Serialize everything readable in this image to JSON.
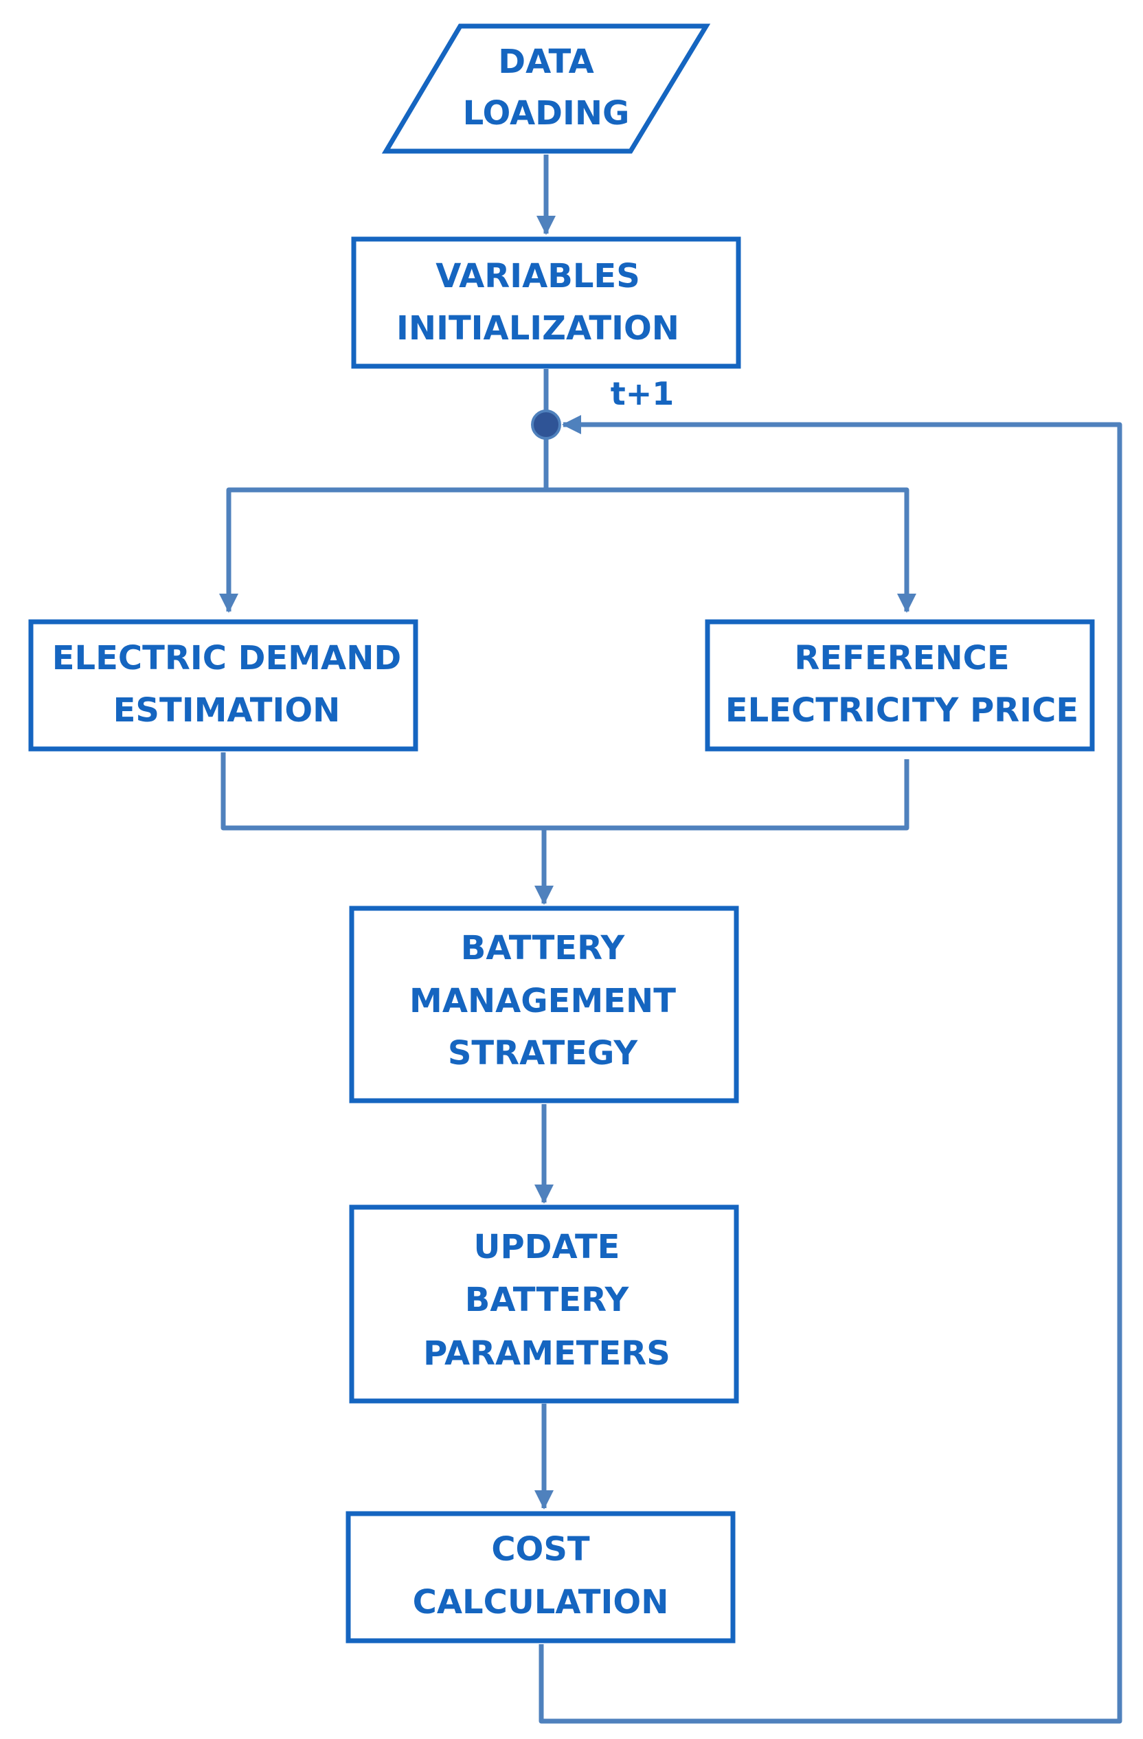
{
  "colors": {
    "node_border": "#1565C0",
    "node_text": "#1565C0",
    "connector": "#4F81BD",
    "junction": "#2F5496"
  },
  "nodes": {
    "data_loading": [
      "DATA",
      "LOADING"
    ],
    "variables_initialization": [
      "VARIABLES",
      "INITIALIZATION"
    ],
    "electric_demand_estimation": [
      "ELECTRIC DEMAND",
      "ESTIMATION"
    ],
    "reference_electricity_price": [
      "REFERENCE",
      "ELECTRICITY PRICE"
    ],
    "battery_management_strategy": [
      "BATTERY",
      "MANAGEMENT",
      "STRATEGY"
    ],
    "update_battery_parameters": [
      "UPDATE",
      "BATTERY",
      "PARAMETERS"
    ],
    "cost_calculation": [
      "COST",
      "CALCULATION"
    ]
  },
  "loop_label": "t+1"
}
